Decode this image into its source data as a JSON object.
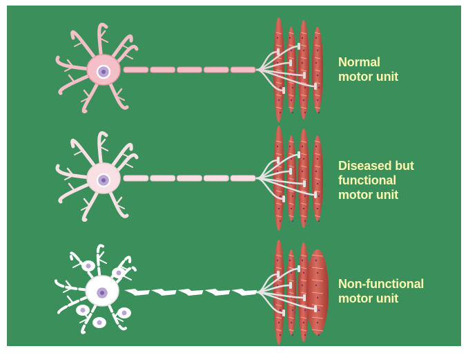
{
  "colors": {
    "background": "#3a8f5b",
    "label_text": "#fff7b0",
    "healthy_neuron": "#f4bfc6",
    "diseased_neuron": "#f8e0e4",
    "degenerated_neuron": "#ffffff",
    "muscle_fiber": "#d2514a",
    "nucleus": "#b9a6d6"
  },
  "units": [
    {
      "label": "Normal\nmotor unit",
      "state": "normal"
    },
    {
      "label": "Diseased but\nfunctional\nmotor unit",
      "state": "diseased"
    },
    {
      "label": "Non-functional\nmotor unit",
      "state": "nonfunctional"
    }
  ]
}
